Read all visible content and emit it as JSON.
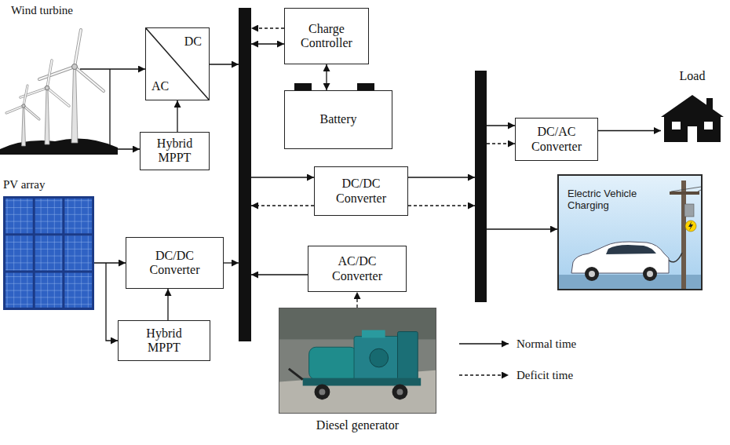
{
  "diagram": {
    "nodes": [
      {
        "text": [
          "DC",
          "AC"
        ]
      },
      {
        "text": [
          "Hybrid MPPT"
        ]
      },
      {
        "text": [
          "DC/DC Converter"
        ]
      },
      {
        "text": [
          "Hybrid MPPT"
        ]
      },
      {
        "text": [
          "Charge Controller"
        ]
      },
      {
        "text": [
          "Battery"
        ]
      },
      {
        "text": [
          "DC/DC Converter"
        ]
      },
      {
        "text": [
          "AC/DC Converter"
        ]
      },
      {
        "text": [
          "Diesel generator"
        ]
      },
      {
        "text": [
          "DC/AC Converter"
        ]
      },
      {
        "text": [
          "Load"
        ]
      },
      {
        "text": [
          "Electric Vehicle Charging"
        ]
      }
    ],
    "edges": [
      {
        "from": 1,
        "to": 0,
        "arrow": "to"
      },
      {
        "from": 3,
        "to": 2,
        "arrow": "to"
      },
      {
        "from": 4,
        "to": 5,
        "arrow": "both"
      },
      {
        "from": 8,
        "to": 7,
        "arrow": "to"
      },
      {
        "from": 9,
        "to": 10,
        "arrow": "to"
      }
    ],
    "labels": [
      "Wind turbine",
      "PV array"
    ],
    "legend": [
      {
        "text": "Normal time"
      },
      {
        "text": "Deficit time"
      }
    ]
  }
}
